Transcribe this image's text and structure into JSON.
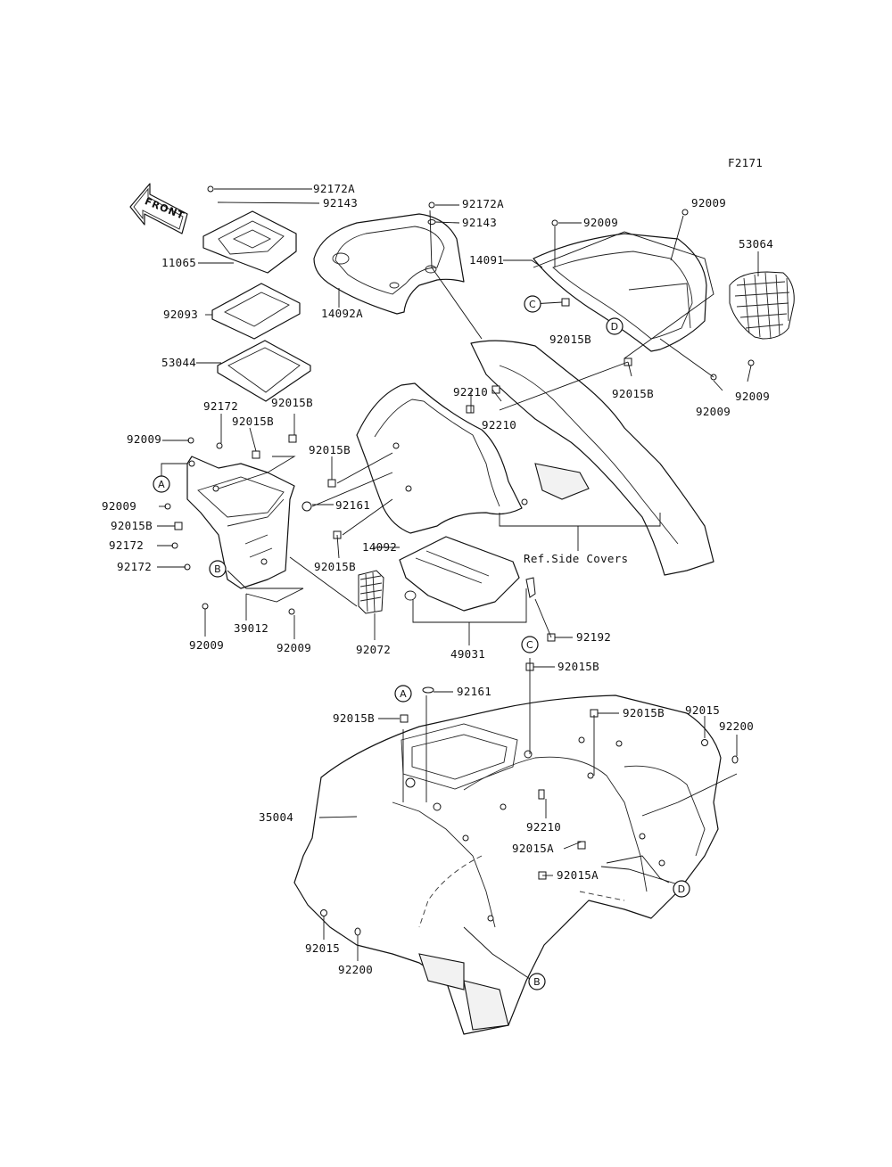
{
  "figure_code": "F2171",
  "front_label": "FRONT",
  "ref_side_covers": "Ref.Side Covers",
  "part_labels": {
    "p92172A_a": "92172A",
    "p92143_a": "92143",
    "p92172A_b": "92172A",
    "p92143_b": "92143",
    "p11065": "11065",
    "p14092A": "14092A",
    "p92009_top1": "92009",
    "p92009_top2": "92009",
    "p14091": "14091",
    "p53064": "53064",
    "p92093": "92093",
    "p92015B_tr": "92015B",
    "p53044": "53044",
    "p92210_a": "92210",
    "p92210_b": "92210",
    "p92015B_r2": "92015B",
    "p92009_r1": "92009",
    "p92009_r2": "92009",
    "p92172_l": "92172",
    "p92015B_l1": "92015B",
    "p92015B_l2": "92015B",
    "p92009_l1": "92009",
    "p92015B_m": "92015B",
    "p92161_a": "92161",
    "p92009_l2": "92009",
    "p92015B_l3": "92015B",
    "p92172_l2": "92172",
    "p92172_l3": "92172",
    "p14092": "14092",
    "p92015B_m2": "92015B",
    "p92009_b1": "92009",
    "p39012": "39012",
    "p92009_b2": "92009",
    "p92072": "92072",
    "p49031": "49031",
    "p92192": "92192",
    "p92015B_c": "92015B",
    "p92161_b": "92161",
    "p92015B_d": "92015B",
    "p92015B_a": "92015B",
    "p92015_r": "92015",
    "p92200_r": "92200",
    "p35004": "35004",
    "p92210_c": "92210",
    "p92015A_a": "92015A",
    "p92015A_b": "92015A",
    "p92015_bl": "92015",
    "p92200_bl": "92200"
  },
  "callouts": {
    "a1": "A",
    "a2": "A",
    "b1": "B",
    "b2": "B",
    "c1": "C",
    "c2": "C",
    "d1": "D",
    "d2": "D"
  }
}
